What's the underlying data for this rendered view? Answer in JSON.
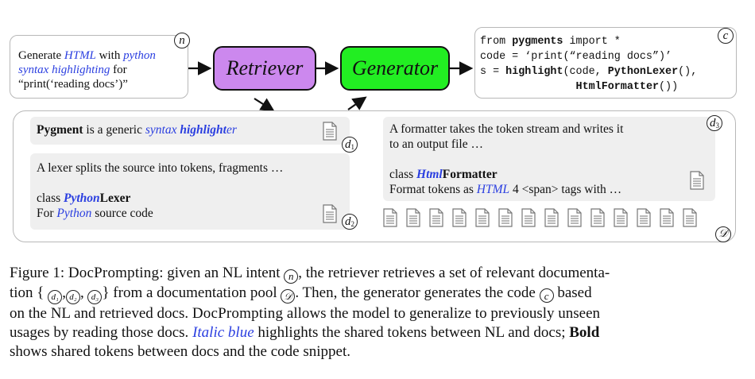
{
  "nl_intent": {
    "part1": "Generate ",
    "html": "HTML",
    "part2": " with ",
    "python": "python",
    "syntax_highlighting": "syntax highlighting",
    "part3": " for",
    "line3": "“print(‘reading docs’)”",
    "badge": "n"
  },
  "modules": {
    "retriever": "Retriever",
    "generator": "Generator"
  },
  "code": {
    "badge": "c",
    "l1_a": "from ",
    "l1_b": "pygments",
    "l1_c": " import *",
    "l2": "code = ‘print(“reading docs”)’",
    "l3_a": "s = ",
    "l3_b": "highlight",
    "l3_c": "(code, ",
    "l3_d": "PythonLexer",
    "l3_e": "(),",
    "l4_a": "HtmlFormatter",
    "l4_b": "())"
  },
  "docs": {
    "d1": {
      "bold": "Pygment",
      "text": " is a generic ",
      "syntax": "syntax",
      "space": " ",
      "highlight_b": "highlight",
      "er": "er",
      "badge": "d",
      "sub": "1"
    },
    "d2": {
      "line1": "A lexer splits the source into tokens, fragments …",
      "class_kw": "class ",
      "class_bb": "Python",
      "class_b": "Lexer",
      "for": "For ",
      "python": "Python",
      "rest": " source code",
      "badge": "d",
      "sub": "2"
    },
    "d3": {
      "line1": "A formatter takes the token stream and writes it",
      "line2": "to an output file …",
      "class_kw": "class ",
      "class_bb": "Html",
      "class_b": "Formatter",
      "fmt_a": "Format tokens as ",
      "fmt_html": "HTML",
      "fmt_b": " 4 <span> tags with …",
      "badge": "d",
      "sub": "3"
    },
    "pool_badge": "𝒟",
    "pool_count": 14
  },
  "caption": {
    "s1": "Figure 1: ",
    "s2": "DocPrompting",
    "s3": ": given an NL intent ",
    "s3n": "n",
    "s4": ", the retriever retrieves a set of relevant documenta-",
    "s5": "tion { ",
    "s5d1": "d₁",
    "s5c1": ",",
    "s5d2": "d₂",
    "s5c2": ", ",
    "s5d3": "d₃",
    "s6": "} from a documentation pool ",
    "s6D": "𝒟",
    "s7": ". Then, the generator generates the code ",
    "s7c": "c",
    "s8": " based",
    "s9": "on the NL and retrieved docs. ",
    "s10": "DocPrompting",
    "s11": " allows the model to generalize to previously unseen",
    "s12": "usages by reading those docs. ",
    "s13": "Italic blue",
    "s14": " highlights the shared tokens between NL and docs; ",
    "s15": "Bold",
    "s16": "shows shared tokens between docs and the code snippet."
  },
  "colors": {
    "retriever": "#cc88ee",
    "generator": "#22ee22",
    "highlight": "#2a3ee0",
    "card": "#efefef"
  }
}
